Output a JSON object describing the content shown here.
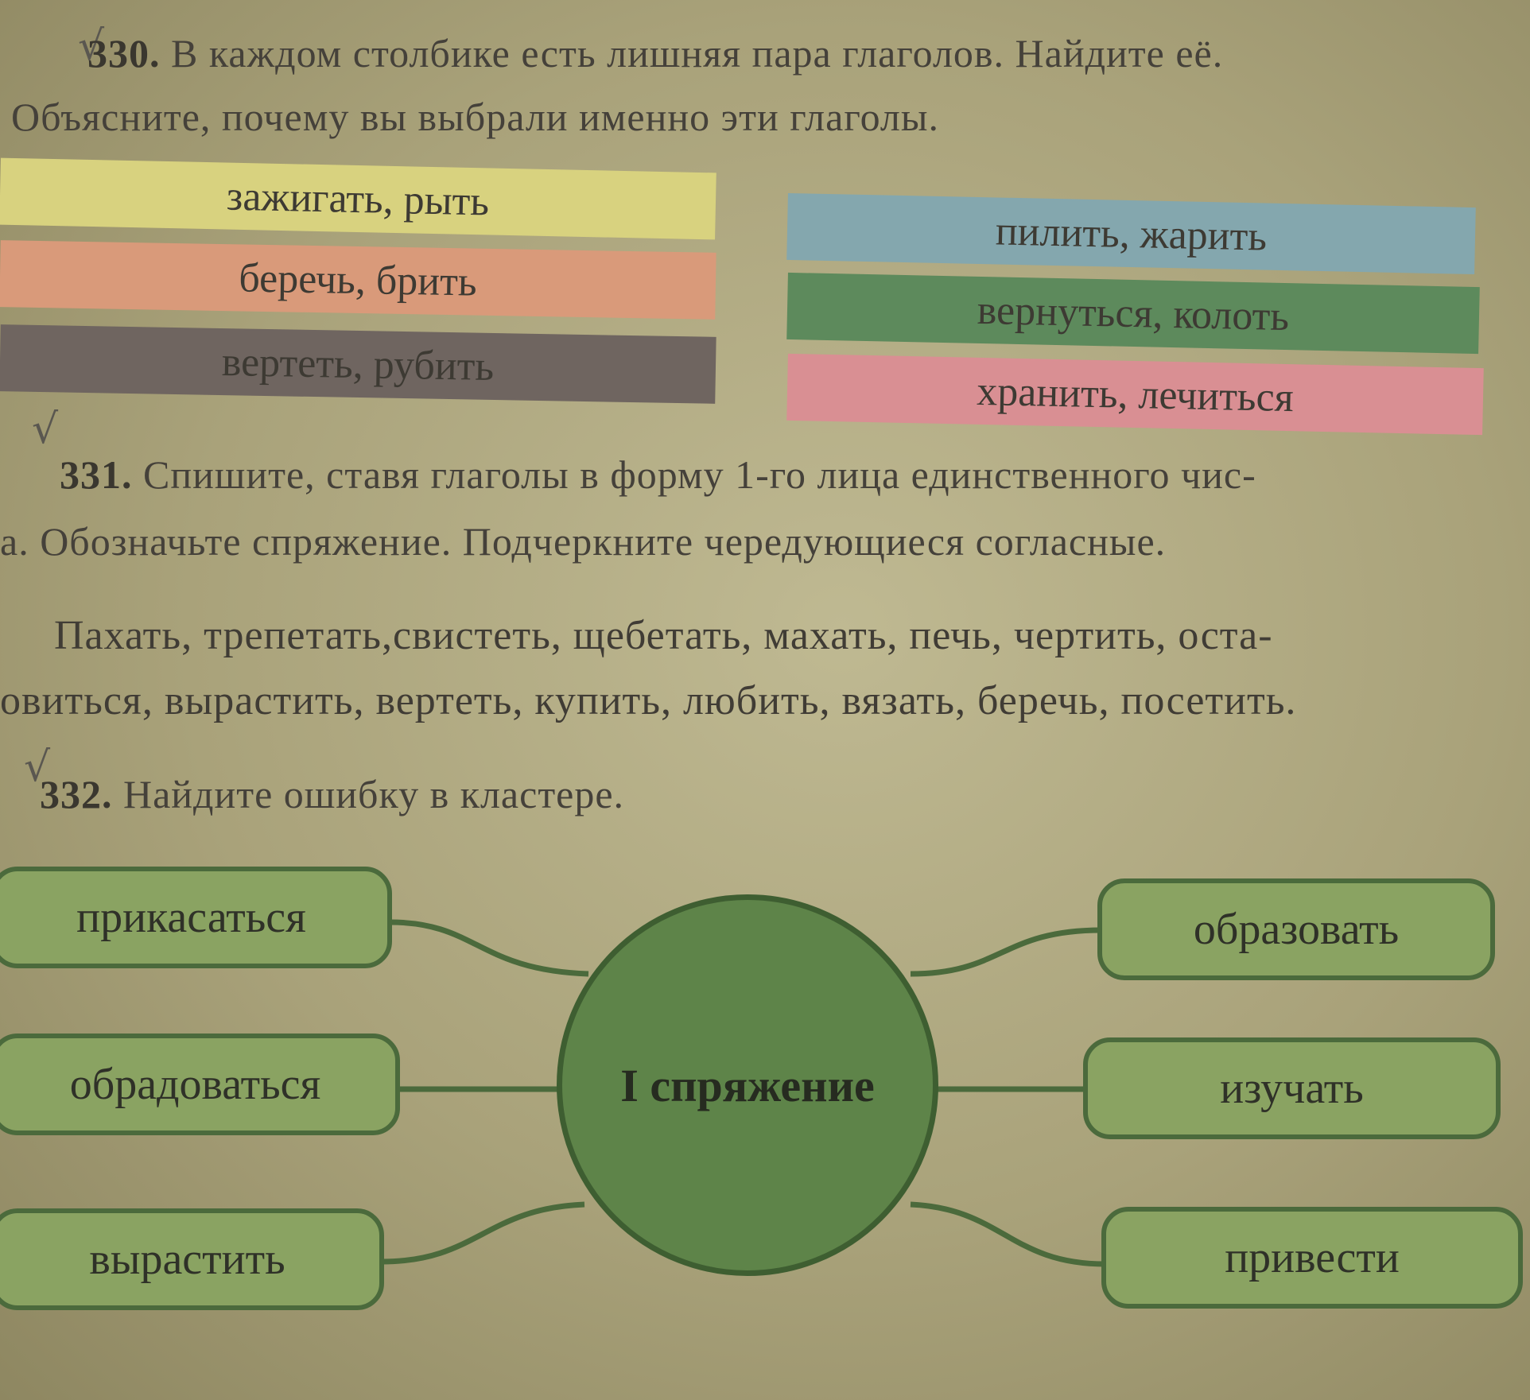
{
  "task330": {
    "check_mark": "√",
    "number": "330.",
    "line1": "В каждом столбике есть лишняя пара глаголов. Найдите её.",
    "line2": "Объясните, почему вы выбрали именно эти глаголы.",
    "bands_left": [
      {
        "text": "зажигать, рыть",
        "color": "#d8d27f"
      },
      {
        "text": "беречь, брить",
        "color": "#d99a7a"
      },
      {
        "text": "вертеть, рубить",
        "color": "#6f6560"
      }
    ],
    "bands_right": [
      {
        "text": "пилить, жарить",
        "color": "#84a7ae"
      },
      {
        "text": "вернуться, колоть",
        "color": "#5d8a5c"
      },
      {
        "text": "хранить, лечиться",
        "color": "#d98f93"
      }
    ]
  },
  "task331": {
    "check_mark": "√",
    "number": "331.",
    "line1": "Спишите, ставя глаголы в форму 1-го лица единственного чис-",
    "line2": "а. Обозначьте спряжение. Подчеркните чередующиеся согласные.",
    "words_line1": "Пахать, трепетать,свистеть, щебетать, махать, печь, чертить, оста-",
    "words_line2": "овиться, вырастить, вертеть, купить, любить, вязать, беречь, посетить."
  },
  "task332": {
    "check_mark": "√",
    "number": "332.",
    "title": "Найдите ошибку в кластере.",
    "center": "I спряжение",
    "left_nodes": [
      "прикасаться",
      "обрадоваться",
      "вырастить"
    ],
    "right_nodes": [
      "образовать",
      "изучать",
      "привести"
    ]
  }
}
